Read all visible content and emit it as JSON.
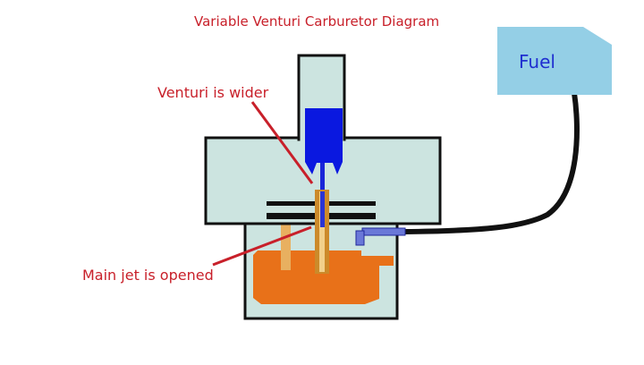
{
  "diagram": {
    "title": "Variable Venturi Carburetor Diagram",
    "labels": {
      "venturi": "Venturi is wider",
      "main_jet": "Main jet is opened",
      "fuel": "Fuel"
    },
    "colors": {
      "body_fill": "#cce4e0",
      "outline": "#111111",
      "piston": "#0a18e0",
      "fuel_bowl": "#e87119",
      "float_arm": "#e8b060",
      "fuel_tank": "#94cfe6",
      "callout": "#c8202a",
      "fuel_inlet": "#6a78d8"
    }
  }
}
